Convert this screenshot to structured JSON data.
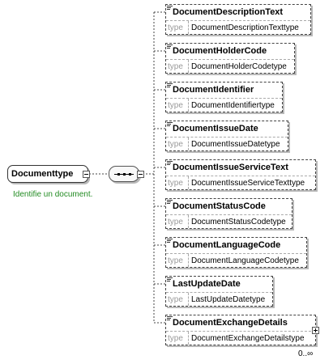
{
  "root": {
    "name": "Documenttype",
    "annotation": "Identifie un document."
  },
  "type_label": "type",
  "elements": [
    {
      "name": "DocumentDescriptionText",
      "type": "DocumentDescriptionTexttype"
    },
    {
      "name": "DocumentHolderCode",
      "type": "DocumentHolderCodetype"
    },
    {
      "name": "DocumentIdentifier",
      "type": "DocumentIdentifiertype"
    },
    {
      "name": "DocumentIssueDate",
      "type": "DocumentIssueDatetype"
    },
    {
      "name": "DocumentIssueServiceText",
      "type": "DocumentIssueServiceTexttype"
    },
    {
      "name": "DocumentStatusCode",
      "type": "DocumentStatusCodetype"
    },
    {
      "name": "DocumentLanguageCode",
      "type": "DocumentLanguageCodetype"
    },
    {
      "name": "LastUpdateDate",
      "type": "LastUpdateDatetype"
    },
    {
      "name": "DocumentExchangeDetails",
      "type": "DocumentExchangeDetailstype"
    }
  ],
  "last_occurrence": "0..∞",
  "colors": {
    "annotation": "#228b22",
    "type_label": "#999999"
  }
}
